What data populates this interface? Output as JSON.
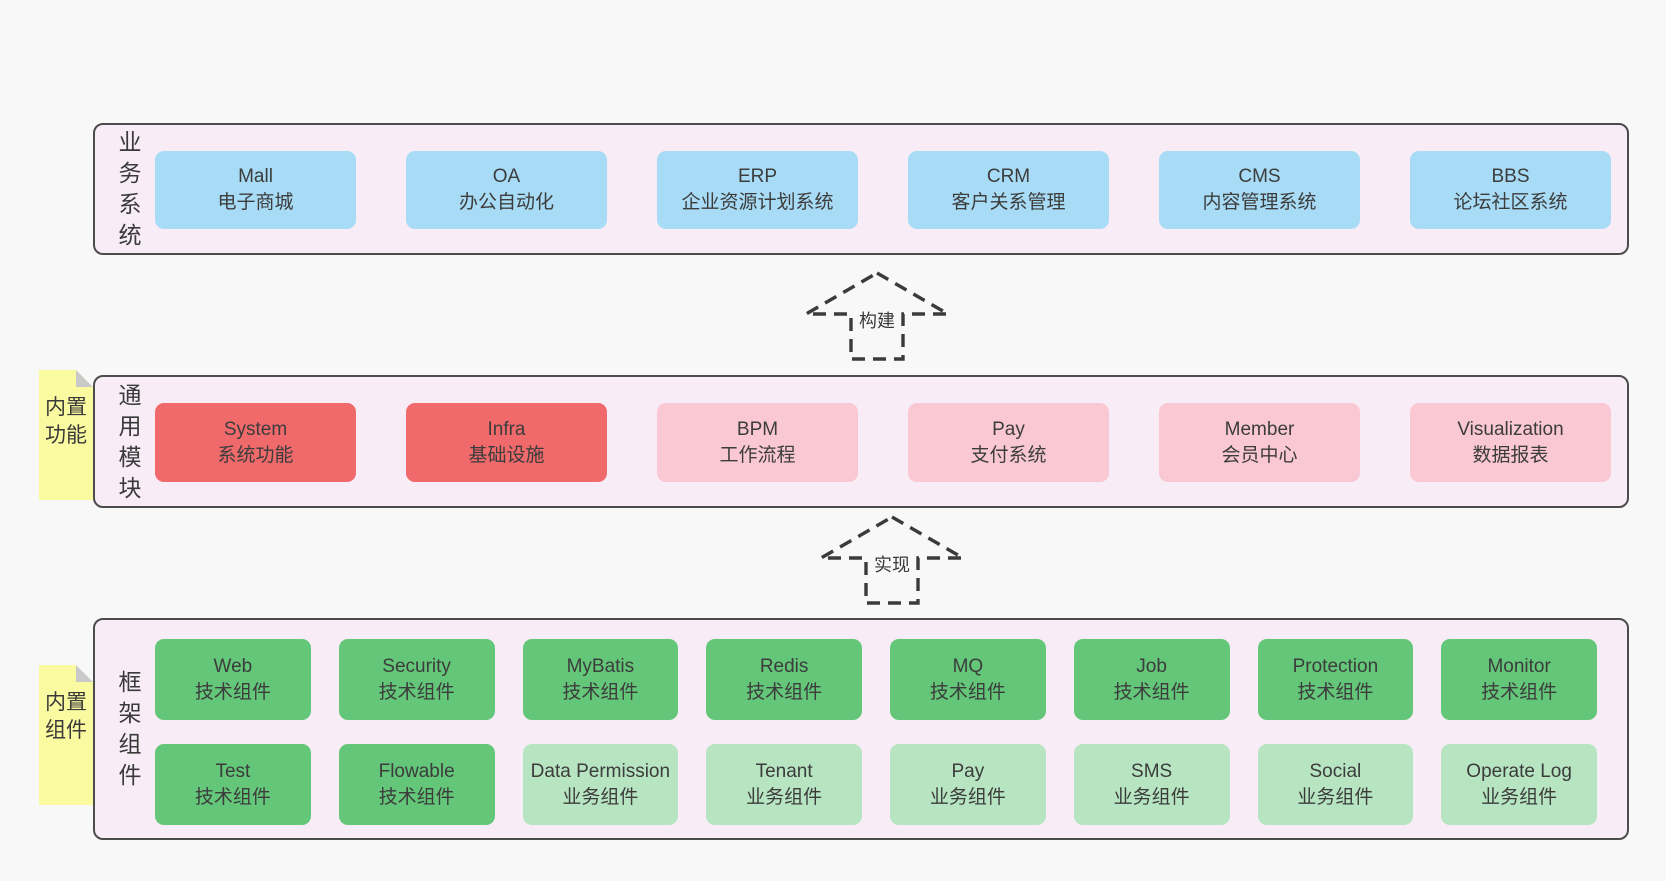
{
  "layers": [
    {
      "label": "业务系统",
      "boxes": [
        {
          "title": "Mall",
          "subtitle": "电子商城"
        },
        {
          "title": "OA",
          "subtitle": "办公自动化"
        },
        {
          "title": "ERP",
          "subtitle": "企业资源计划系统"
        },
        {
          "title": "CRM",
          "subtitle": "客户关系管理"
        },
        {
          "title": "CMS",
          "subtitle": "内容管理系统"
        },
        {
          "title": "BBS",
          "subtitle": "论坛社区系统"
        }
      ]
    },
    {
      "label": "通用模块",
      "note": "内置功能",
      "boxes": [
        {
          "title": "System",
          "subtitle": "系统功能"
        },
        {
          "title": "Infra",
          "subtitle": "基础设施"
        },
        {
          "title": "BPM",
          "subtitle": "工作流程"
        },
        {
          "title": "Pay",
          "subtitle": "支付系统"
        },
        {
          "title": "Member",
          "subtitle": "会员中心"
        },
        {
          "title": "Visualization",
          "subtitle": "数据报表"
        }
      ]
    },
    {
      "label": "框架组件",
      "note": "内置组件",
      "rows": [
        [
          {
            "title": "Web",
            "subtitle": "技术组件"
          },
          {
            "title": "Security",
            "subtitle": "技术组件"
          },
          {
            "title": "MyBatis",
            "subtitle": "技术组件"
          },
          {
            "title": "Redis",
            "subtitle": "技术组件"
          },
          {
            "title": "MQ",
            "subtitle": "技术组件"
          },
          {
            "title": "Job",
            "subtitle": "技术组件"
          },
          {
            "title": "Protection",
            "subtitle": "技术组件"
          },
          {
            "title": "Monitor",
            "subtitle": "技术组件"
          }
        ],
        [
          {
            "title": "Test",
            "subtitle": "技术组件"
          },
          {
            "title": "Flowable",
            "subtitle": "技术组件"
          },
          {
            "title": "Data Permission",
            "subtitle": "业务组件"
          },
          {
            "title": "Tenant",
            "subtitle": "业务组件"
          },
          {
            "title": "Pay",
            "subtitle": "业务组件"
          },
          {
            "title": "SMS",
            "subtitle": "业务组件"
          },
          {
            "title": "Social",
            "subtitle": "业务组件"
          },
          {
            "title": "Operate Log",
            "subtitle": "业务组件"
          }
        ]
      ]
    }
  ],
  "arrows": [
    {
      "label": "构建"
    },
    {
      "label": "实现"
    }
  ],
  "colors": {
    "page_background": "#f8f8f8",
    "layer_background": "#f8edf6",
    "layer_border": "#4c4c4c",
    "business_system_box": "#a8dbf5",
    "core_module_box": "#f0696b",
    "extension_module_box": "#f9c8d3",
    "technical_component_box": "#63c678",
    "business_component_box": "#b7e5c1",
    "sticky_note": "#fafaa1",
    "sticky_note_fold": "#c9c9c9",
    "text": "#3a3a3a"
  }
}
